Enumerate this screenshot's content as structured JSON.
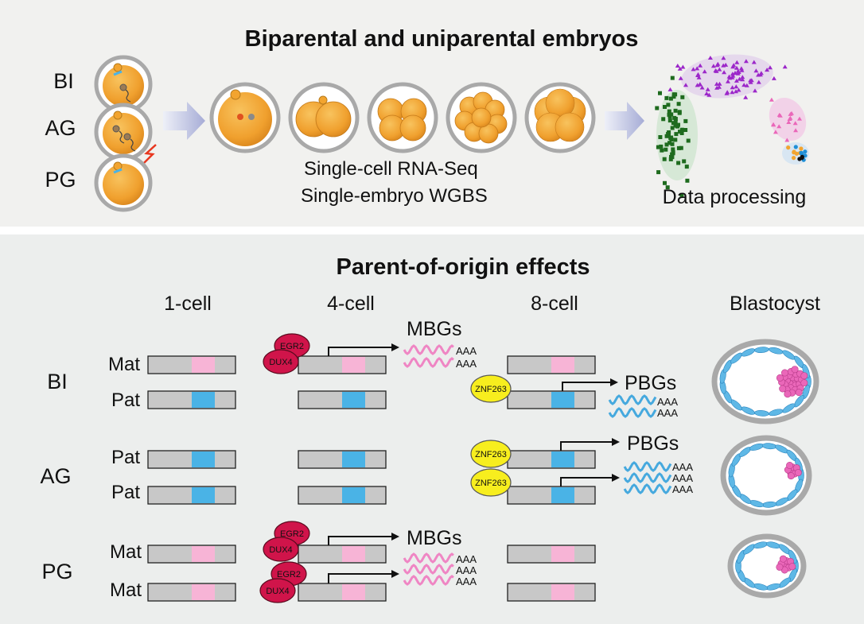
{
  "top_panel": {
    "title": "Biparental and uniparental embryos",
    "embryo_labels": [
      "BI",
      "AG",
      "PG"
    ],
    "methods": [
      "Single-cell RNA-Seq",
      "Single-embryo WGBS"
    ],
    "data_label": "Data processing"
  },
  "bottom_panel": {
    "title": "Parent-of-origin effects",
    "stages": [
      "1-cell",
      "4-cell",
      "8-cell",
      "Blastocyst"
    ],
    "groups": [
      "BI",
      "AG",
      "PG"
    ],
    "rows": {
      "bi_mat": "Mat",
      "bi_pat": "Pat",
      "ag_pat1": "Pat",
      "ag_pat2": "Pat",
      "pg_mat1": "Mat",
      "pg_mat2": "Mat"
    },
    "genes": {
      "mbg": "MBGs",
      "pbg": "PBGs",
      "polya": "AAA"
    },
    "factors": {
      "egr2": "EGR2",
      "dux4": "DUX4",
      "znf263": "ZNF263"
    }
  },
  "colors": {
    "panel_bg": "#f1f1ef",
    "panel_bg2": "#eceeed",
    "embryo_orange": "#f2a42f",
    "zona_gray": "#a9a9a9",
    "maternal_pink": "#f7b4d6",
    "paternal_blue": "#4ab3e6",
    "egr2_red": "#d0144a",
    "znf263_yellow": "#f7ee1e",
    "mbg_wave": "#ef86c4",
    "pbg_wave": "#46a9de",
    "cluster_green": "#1e6b1e",
    "cluster_purple": "#9c27c9",
    "cluster_pink": "#ea67b9"
  }
}
